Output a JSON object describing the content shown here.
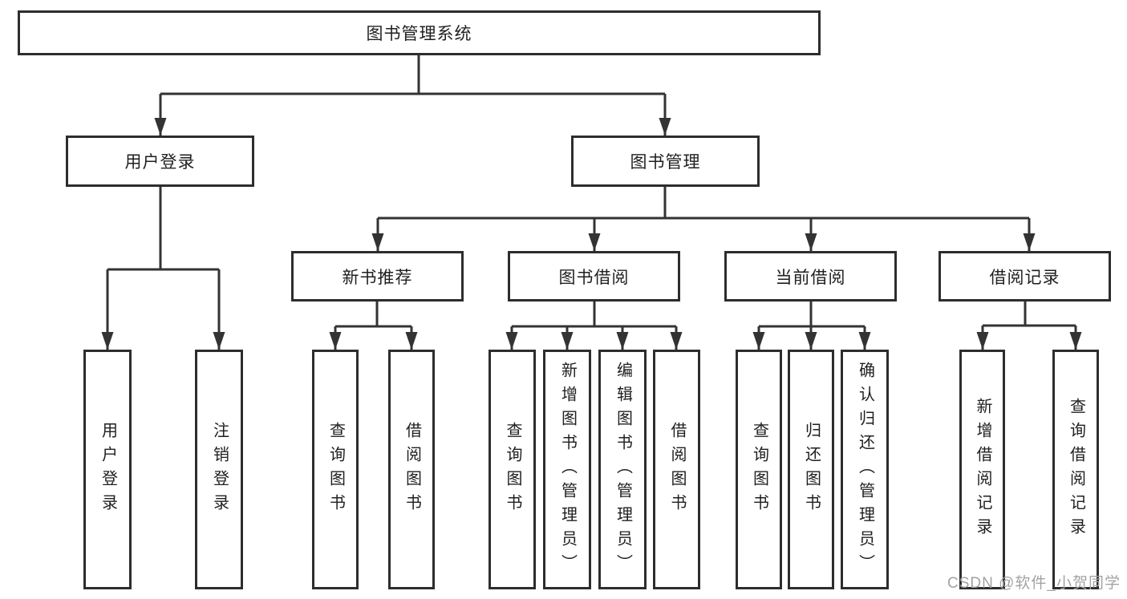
{
  "diagram": {
    "title": "图书管理系统",
    "watermark": "CSDN @软件_小贺同学",
    "colors": {
      "line": "#333333",
      "box_border": "#2d2d2d",
      "text": "#1f1f1f",
      "watermark": "#a3a3a3",
      "background": "#ffffff"
    },
    "nodes": {
      "root": "图书管理系统",
      "user_login": "用户登录",
      "book_management": "图书管理",
      "new_book_recommend": "新书推荐",
      "book_borrow": "图书借阅",
      "current_borrow": "当前借阅",
      "borrow_record": "借阅记录",
      "leaf_user_login": "用户登录",
      "leaf_logout_login": "注销登录",
      "leaf_nbr_query_book": "查询图书",
      "leaf_nbr_borrow_book": "借阅图书",
      "leaf_bb_query_book": "查询图书",
      "leaf_bb_add_book_admin": "新增图书（管理员）",
      "leaf_bb_edit_book_admin": "编辑图书（管理员）",
      "leaf_bb_borrow_book": "借阅图书",
      "leaf_cb_query_book": "查询图书",
      "leaf_cb_return_book": "归还图书",
      "leaf_cb_confirm_return_admin": "确认归还（管理员）",
      "leaf_br_add_record": "新增借阅记录",
      "leaf_br_query_record": "查询借阅记录"
    },
    "hierarchy": {
      "图书管理系统": [
        "用户登录",
        "图书管理"
      ],
      "用户登录": [
        "用户登录",
        "注销登录"
      ],
      "图书管理": [
        "新书推荐",
        "图书借阅",
        "当前借阅",
        "借阅记录"
      ],
      "新书推荐": [
        "查询图书",
        "借阅图书"
      ],
      "图书借阅": [
        "查询图书",
        "新增图书（管理员）",
        "编辑图书（管理员）",
        "借阅图书"
      ],
      "当前借阅": [
        "查询图书",
        "归还图书",
        "确认归还（管理员）"
      ],
      "借阅记录": [
        "新增借阅记录",
        "查询借阅记录"
      ]
    }
  }
}
